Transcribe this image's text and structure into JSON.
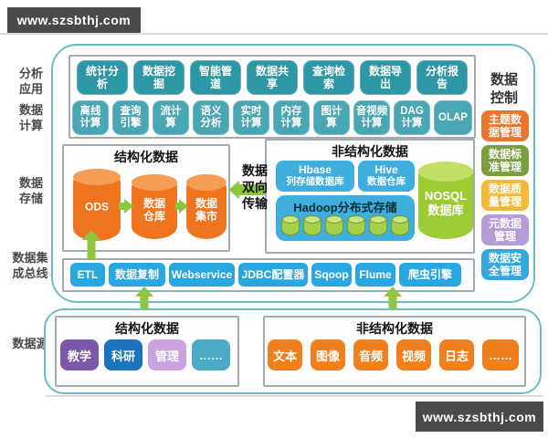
{
  "watermark_top": "www.szsbthj.com",
  "watermark_bottom": "www.szsbthj.com",
  "side_labels": {
    "app": {
      "l1": "分析",
      "l2": "应用"
    },
    "compute": {
      "l1": "数据",
      "l2": "计算"
    },
    "storage": {
      "l1": "数据",
      "l2": "存储"
    },
    "bus": {
      "l1": "数据集",
      "l2": "成总线"
    },
    "source": {
      "l1": "数据源"
    }
  },
  "app_row": [
    {
      "l1": "统计分",
      "l2": "析"
    },
    {
      "l1": "数据挖",
      "l2": "掘"
    },
    {
      "l1": "智能管",
      "l2": "道"
    },
    {
      "l1": "数据共",
      "l2": "享"
    },
    {
      "l1": "查询检",
      "l2": "索"
    },
    {
      "l1": "数据导",
      "l2": "出"
    },
    {
      "l1": "分析报",
      "l2": "告"
    }
  ],
  "compute_row": [
    {
      "l1": "离线",
      "l2": "计算"
    },
    {
      "l1": "查询",
      "l2": "引擎"
    },
    {
      "l1": "流计",
      "l2": "算"
    },
    {
      "l1": "语义",
      "l2": "分析"
    },
    {
      "l1": "实时",
      "l2": "计算"
    },
    {
      "l1": "内存",
      "l2": "计算"
    },
    {
      "l1": "图计",
      "l2": "算"
    },
    {
      "l1": "音视频",
      "l2": "计算"
    },
    {
      "l1": "DAG",
      "l2": "计算"
    },
    {
      "l1": "OLAP",
      "l2": ""
    }
  ],
  "structured_storage": {
    "title": "结构化数据",
    "cylinders": [
      {
        "l1": "ODS",
        "l2": ""
      },
      {
        "l1": "数据",
        "l2": "仓库"
      },
      {
        "l1": "数据",
        "l2": "集市"
      }
    ]
  },
  "transfer": {
    "l1": "数据",
    "l2": "双向",
    "l3": "传输"
  },
  "unstructured_storage": {
    "title": "非结构化数据",
    "hbase": {
      "l1": "Hbase",
      "l2": "列存储数据库"
    },
    "hive": {
      "l1": "Hive",
      "l2": "数据仓库"
    },
    "hadoop_title": "Hadoop分布式存储",
    "nosql": {
      "l1": "NOSQL",
      "l2": "数据库"
    }
  },
  "bus_row": [
    "ETL",
    "数据复制",
    "Webservice",
    "JDBC配置器",
    "Sqoop",
    "Flume",
    "爬虫引擎"
  ],
  "control": {
    "label": {
      "l1": "数据",
      "l2": "控制"
    },
    "items": [
      {
        "l1": "主题数",
        "l2": "据管理",
        "color": "#E8772D"
      },
      {
        "l1": "数据标",
        "l2": "准管理",
        "color": "#7B9E3E"
      },
      {
        "l1": "数据质",
        "l2": "量管理",
        "color": "#F2B93B"
      },
      {
        "l1": "元数据",
        "l2": "管理",
        "color": "#B69BD9"
      },
      {
        "l1": "数据安",
        "l2": "全管理",
        "color": "#35A7DD"
      }
    ]
  },
  "sources": {
    "structured": {
      "title": "结构化数据",
      "items": [
        {
          "label": "教学",
          "color": "#7D57A8"
        },
        {
          "label": "科研",
          "color": "#1B74BB"
        },
        {
          "label": "管理",
          "color": "#C9A2DE"
        },
        {
          "label": "……",
          "color": "#4BAAC5"
        }
      ]
    },
    "unstructured": {
      "title": "非结构化数据",
      "items": [
        {
          "label": "文本",
          "color": "#F0801E"
        },
        {
          "label": "图像",
          "color": "#F0801E"
        },
        {
          "label": "音频",
          "color": "#F0801E"
        },
        {
          "label": "视频",
          "color": "#F0801E"
        },
        {
          "label": "日志",
          "color": "#F0801E"
        },
        {
          "label": "……",
          "color": "#F0801E"
        }
      ]
    }
  },
  "palette": {
    "app_button": "#2E97A5",
    "compute_button": "#49A6B3",
    "bus_button": "#29A7E0",
    "storage_blue": "#3FAEDC",
    "cylinder_orange": "#EF7420",
    "arrow_green": "#8DC63F",
    "nosql_green": "#9CCB33",
    "container_border": "#6CBCC8",
    "watermark_bg": "#4A4A4A"
  }
}
